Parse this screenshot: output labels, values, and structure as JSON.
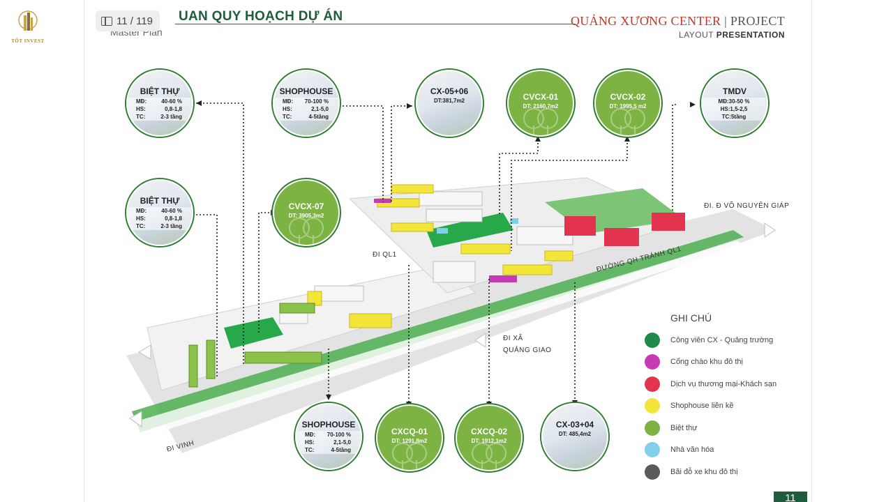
{
  "logo": {
    "text": "TỐT INVEST"
  },
  "viewer": {
    "page_counter": "11 / 119"
  },
  "header": {
    "title": "UAN QUY HOẠCH DỰ ÁN",
    "subtitle": "Master Plan",
    "brand_name": "QUẢNG XƯƠNG CENTER",
    "brand_separator": "|",
    "brand_suffix": "PROJECT",
    "brand_line2_a": "LAYOUT",
    "brand_line2_b": "PRESENTATION"
  },
  "bubbles": {
    "biet_thu_1": {
      "name": "BIỆT THỰ",
      "md_label": "MĐ:",
      "md": "40-60 %",
      "hs_label": "HS:",
      "hs": "0,8-1,8",
      "tc_label": "TC:",
      "tc": "2-3 tầng"
    },
    "biet_thu_2": {
      "name": "BIỆT THỰ",
      "md_label": "MĐ:",
      "md": "40-60 %",
      "hs_label": "HS:",
      "hs": "0,8-1,8",
      "tc_label": "TC:",
      "tc": "2-3 tầng"
    },
    "shophouse_top": {
      "name": "SHOPHOUSE",
      "md_label": "MĐ:",
      "md": "70-100 %",
      "hs_label": "HS:",
      "hs": "2,1-5,0",
      "tc_label": "TC:",
      "tc": "4-5tầng"
    },
    "shophouse_bottom": {
      "name": "SHOPHOUSE",
      "md_label": "MĐ:",
      "md": "70-100 %",
      "hs_label": "HS:",
      "hs": "2,1-5,0",
      "tc_label": "TC:",
      "tc": "4-5tầng"
    },
    "cx_05_06": {
      "name": "CX-05+06",
      "area": "DT:381,7m2"
    },
    "cvcx_01": {
      "name": "CVCX-01",
      "area_label": "DT:",
      "area": "2160,7m2"
    },
    "cvcx_02": {
      "name": "CVCX-02",
      "area_label": "DT:",
      "area": "1995,5 m2"
    },
    "tmdv": {
      "name": "TMDV",
      "line1": "MĐ:30-50 %",
      "line2": "HS:1,5-2,5",
      "line3": "TC:5tầng"
    },
    "cvcx_07": {
      "name": "CVCX-07",
      "area_label": "DT:",
      "area": "3905,3m2"
    },
    "cxcq_01": {
      "name": "CXCQ-01",
      "area_label": "DT:",
      "area": "1291,8m2"
    },
    "cxcq_02": {
      "name": "CXCQ-02",
      "area_label": "DT:",
      "area": "1912,1m2"
    },
    "cx_03_04": {
      "name": "CX-03+04",
      "area_label": "DT:",
      "area": "485,4m2"
    }
  },
  "roads": {
    "vo_nguyen_giap": "ĐI. Đ VÕ NGUYÊN GIÁP",
    "ql1": "ĐI QL1",
    "qh_tranh_ql1": "ĐƯỜNG QH TRÁNH QL1",
    "xa_quang_giao_1": "ĐI XÃ",
    "xa_quang_giao_2": "QUẢNG GIAO",
    "vinh": "ĐI VINH"
  },
  "legend": {
    "title": "GHI CHÚ",
    "items": [
      {
        "label": "Công viên CX - Quảng trường",
        "color": "#1f8a4c"
      },
      {
        "label": "Cổng chào khu đô thị",
        "color": "#c53bb4"
      },
      {
        "label": "Dịch vụ thương mại-Khách sạn",
        "color": "#e2344f"
      },
      {
        "label": "Shophouse liền kề",
        "color": "#f3e53a"
      },
      {
        "label": "Biệt thự",
        "color": "#7cb342"
      },
      {
        "label": "Nhà văn hóa",
        "color": "#7fd0e8"
      },
      {
        "label": "Bãi đỗ xe khu đô thị",
        "color": "#5a5a5a"
      }
    ]
  },
  "footer": {
    "page_number": "11"
  }
}
